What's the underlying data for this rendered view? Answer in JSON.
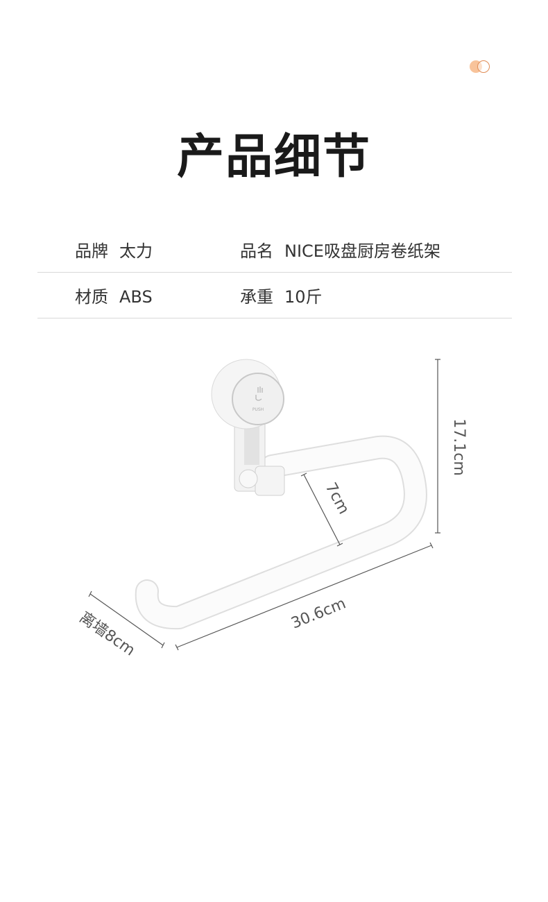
{
  "heading": "产品细节",
  "specs": [
    {
      "label": "品牌",
      "value": "太力"
    },
    {
      "label": "品名",
      "value": "NICE吸盘厨房卷纸架"
    },
    {
      "label": "材质",
      "value": "ABS"
    },
    {
      "label": "承重",
      "value": "10斤"
    }
  ],
  "dimensions": {
    "height": "17.1cm",
    "inner": "7cm",
    "length": "30.6cm",
    "wall_distance": "离墙8cm"
  },
  "product_print": "PUSH",
  "colors": {
    "accent": "#f8c39a",
    "accent_stroke": "#e08c55"
  }
}
